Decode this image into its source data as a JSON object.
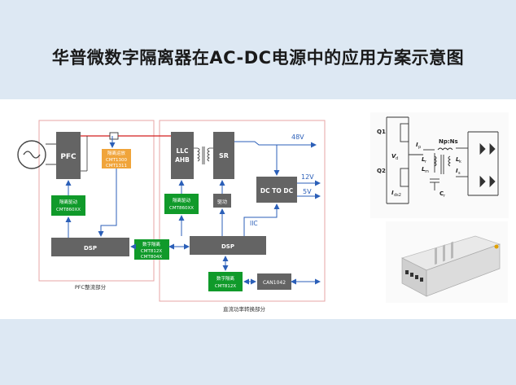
{
  "title": "华普微数字隔离器在AC-DC电源中的应用方案示意图",
  "left": {
    "pfc": "PFC",
    "iso_label_a": "隔离运放",
    "iso_part_a1": "CMT1300",
    "iso_part_a2": "CMT1311",
    "drv1_title": "隔离驱动",
    "drv1_part": "CMT860XX",
    "dsp": "DSP",
    "section": "PFC整流部分"
  },
  "center": {
    "digiso_title": "数字隔离",
    "digiso_part1": "CMT812X",
    "digiso_part2": "CMT804X"
  },
  "right": {
    "llc1": "LLC",
    "llc2": "AHB",
    "sr": "SR",
    "v48": "48V",
    "v12": "12V",
    "v5": "5V",
    "dcdc": "DC TO DC",
    "drv2_title": "隔离驱动",
    "drv2_part": "CMT860XX",
    "qudong": "驱动",
    "iic": "IIC",
    "dsp": "DSP",
    "digiso2_title": "数字隔离",
    "digiso2_part": "CMT812X",
    "can": "CAN1042",
    "section": "直流功率转换部分"
  },
  "circuit": {
    "q1": "Q1",
    "q2": "Q2",
    "vd": "V",
    "vd_sub": "d",
    "ip": "I",
    "ip_sub": "p",
    "ratio": "Np:Ns",
    "lm": "L",
    "lm_sub": "m",
    "lr": "L",
    "lr_sub": "r",
    "lk": "L",
    "lk_sub": "k",
    "is": "I",
    "is_sub": "s",
    "cr": "C",
    "cr_sub": "r",
    "iq": "I",
    "iq_sub": "ds2"
  },
  "colors": {
    "block": "#646464",
    "green": "#109a2a",
    "orange": "#f0a43a",
    "blue": "#2b5fb8",
    "red": "#d31f1f"
  }
}
